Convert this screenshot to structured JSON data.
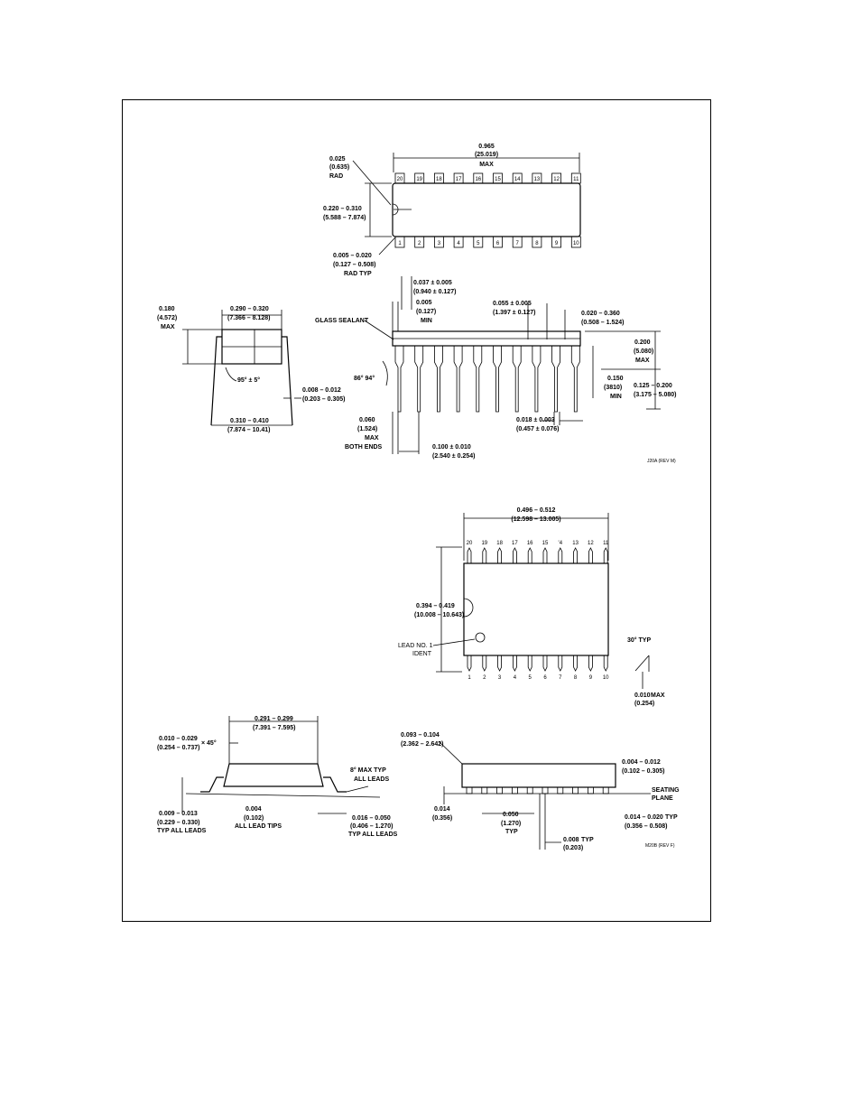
{
  "dip": {
    "overall_length": [
      "0.965",
      "(25.019)",
      "MAX"
    ],
    "notch_rad": [
      "0.025",
      "(0.635)",
      "RAD"
    ],
    "body_width": [
      "0.220 – 0.310",
      "(5.588 – 7.874)"
    ],
    "rad_typ": [
      "0.005 – 0.020",
      "(0.127 – 0.508)",
      "RAD TYP"
    ],
    "top_pins": [
      "20",
      "19",
      "18",
      "17",
      "16",
      "15",
      "14",
      "13",
      "12",
      "11"
    ],
    "bottom_pins": [
      "1",
      "2",
      "3",
      "4",
      "5",
      "6",
      "7",
      "8",
      "9",
      "10"
    ],
    "lead_width": [
      "0.037 ± 0.005",
      "(0.940 ± 0.127)"
    ],
    "lead_min": [
      "0.005",
      "(0.127)",
      "MIN"
    ],
    "shoulder_width": [
      "0.055 ± 0.005",
      "(1.397 ± 0.127)"
    ],
    "end_lead": [
      "0.020 – 0.360",
      "(0.508 – 1.524)"
    ],
    "glass_sealant": "GLASS SEALANT",
    "height_max": [
      "0.200",
      "(5.080)",
      "MAX"
    ],
    "seat_min": [
      "0.150",
      "(3810)",
      "MIN"
    ],
    "lead_len": [
      "0.125 – 0.200",
      "(3.175 – 5.080)"
    ],
    "angle_86_94": "86°  94°",
    "end_max": [
      "0.060",
      "(1.524)",
      "MAX",
      "BOTH ENDS"
    ],
    "pitch": [
      "0.100 ± 0.010",
      "(2.540 ± 0.254)"
    ],
    "lead_thk": [
      "0.018 ± 0.003",
      "(0.457 ± 0.076)"
    ],
    "side_height": [
      "0.180",
      "(4.572)",
      "MAX"
    ],
    "side_width": [
      "0.290 – 0.320",
      "(7.366 – 8.128)"
    ],
    "angle_95": "95° ± 5°",
    "lead_008": [
      "0.008 – 0.012",
      "(0.203 – 0.305)"
    ],
    "span": [
      "0.310 – 0.410",
      "(7.874 – 10.41)"
    ],
    "rev": "J20A (REV M)"
  },
  "soic": {
    "body_length": [
      "0.496 – 0.512",
      "(12.598 – 13.005)"
    ],
    "top_pins": [
      "20",
      "19",
      "18",
      "17",
      "16",
      "15",
      "'4",
      "13",
      "12",
      "11"
    ],
    "bottom_pins": [
      "1",
      "2",
      "3",
      "4",
      "5",
      "6",
      "7",
      "8",
      "9",
      "10"
    ],
    "body_width": [
      "0.394 – 0.419",
      "(10.008 – 10.643)"
    ],
    "lead_ident": [
      "LEAD NO. 1",
      "IDENT"
    ],
    "angle_30": "30° TYP",
    "lead_max": [
      "0.010",
      "MAX",
      "(0.254)"
    ],
    "side_width": [
      "0.291 – 0.299",
      "(7.391 – 7.595)"
    ],
    "chamfer": [
      "0.010 – 0.029",
      "(0.254 – 0.737)",
      "× 45°"
    ],
    "angle_8": [
      "8° MAX TYP",
      "ALL LEADS"
    ],
    "lead_009": [
      "0.009 – 0.013",
      "(0.229 – 0.330)",
      "TYP ALL LEADS"
    ],
    "lead_tips": [
      "0.004",
      "(0.102)",
      "ALL LEAD TIPS"
    ],
    "lead_016": [
      "0.016 – 0.050",
      "(0.406 – 1.270)",
      "TYP ALL LEADS"
    ],
    "height": [
      "0.093 – 0.104",
      "(2.362 – 2.642)"
    ],
    "standoff": [
      "0.004 – 0.012",
      "(0.102 – 0.305)"
    ],
    "seating": [
      "SEATING",
      "PLANE"
    ],
    "lead_014": [
      "0.014",
      "(0.356)"
    ],
    "pitch": [
      "0.050",
      "(1.270)",
      "TYP"
    ],
    "lead_008": [
      "0.008",
      "TYP",
      "(0.203)"
    ],
    "lead_w": [
      "0.014 – 0.020",
      "TYP",
      "(0.356 – 0.508)"
    ],
    "rev": "M20B (REV F)"
  }
}
